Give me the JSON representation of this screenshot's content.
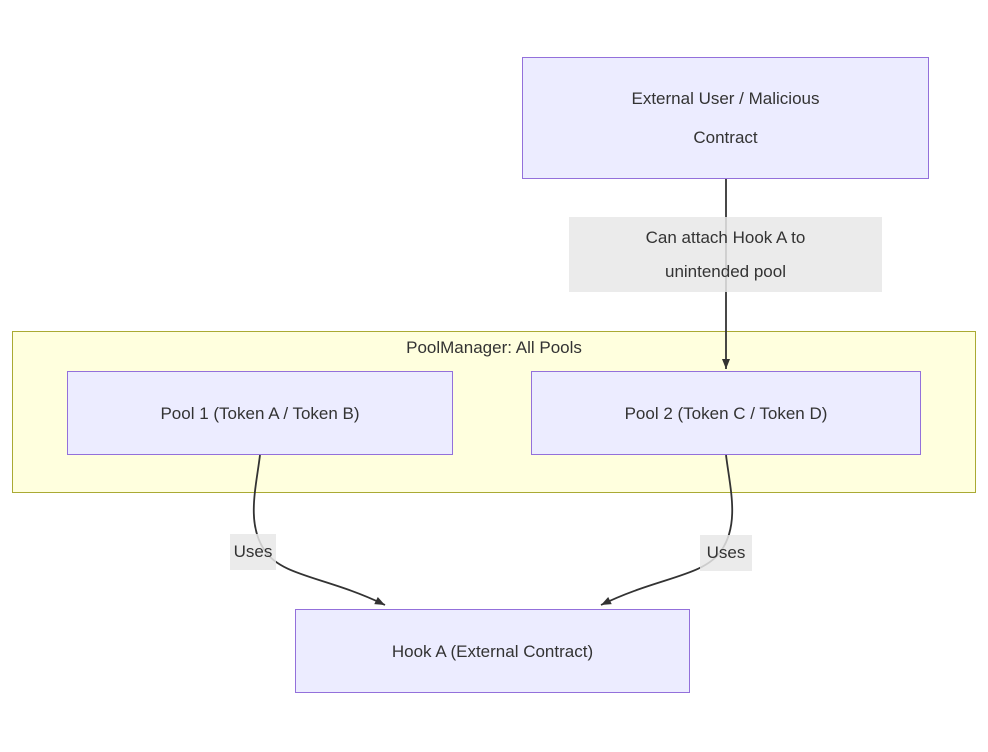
{
  "diagram": {
    "type": "flowchart",
    "cluster": {
      "title": "PoolManager: All Pools"
    },
    "nodes": {
      "external": {
        "line1": "External User / Malicious",
        "line2": "Contract"
      },
      "pool1": {
        "label": "Pool 1 (Token A / Token B)"
      },
      "pool2": {
        "label": "Pool 2 (Token C / Token D)"
      },
      "hook": {
        "label": "Hook A (External Contract)"
      }
    },
    "edges": {
      "attach": {
        "from": "External User / Malicious Contract",
        "to": "Pool 2 (Token C / Token D)",
        "line1": "Can attach Hook A to",
        "line2": "unintended pool"
      },
      "uses_left": {
        "from": "Pool 1 (Token A / Token B)",
        "to": "Hook A (External Contract)",
        "label": "Uses"
      },
      "uses_right": {
        "from": "Pool 2 (Token C / Token D)",
        "to": "Hook A (External Contract)",
        "label": "Uses"
      }
    },
    "colors": {
      "node_fill": "#ECECFF",
      "node_border": "#9370DB",
      "cluster_fill": "#FFFFDE",
      "cluster_border": "#AAAA33",
      "edge_label_bg": "#E8E8E8",
      "line": "#333333",
      "text": "#333333",
      "background": "#FFFFFF"
    }
  }
}
